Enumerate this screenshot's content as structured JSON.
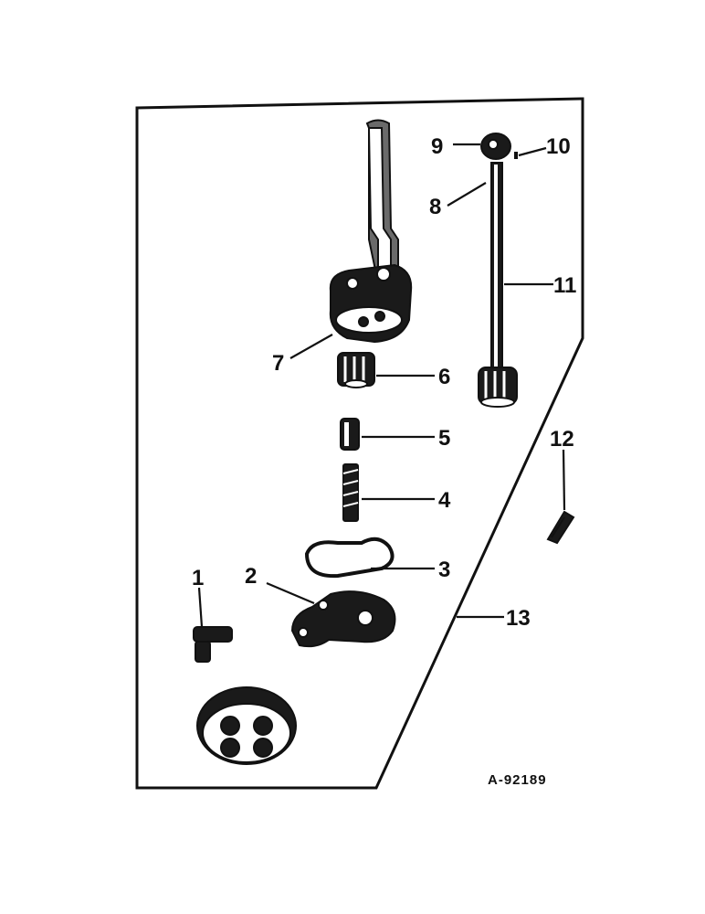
{
  "callouts": {
    "c1": "1",
    "c2": "2",
    "c3": "3",
    "c4": "4",
    "c5": "5",
    "c6": "6",
    "c7": "7",
    "c8": "8",
    "c9": "9",
    "c10": "10",
    "c11": "11",
    "c12": "12",
    "c13": "13"
  },
  "drawing_code": "A-92189"
}
